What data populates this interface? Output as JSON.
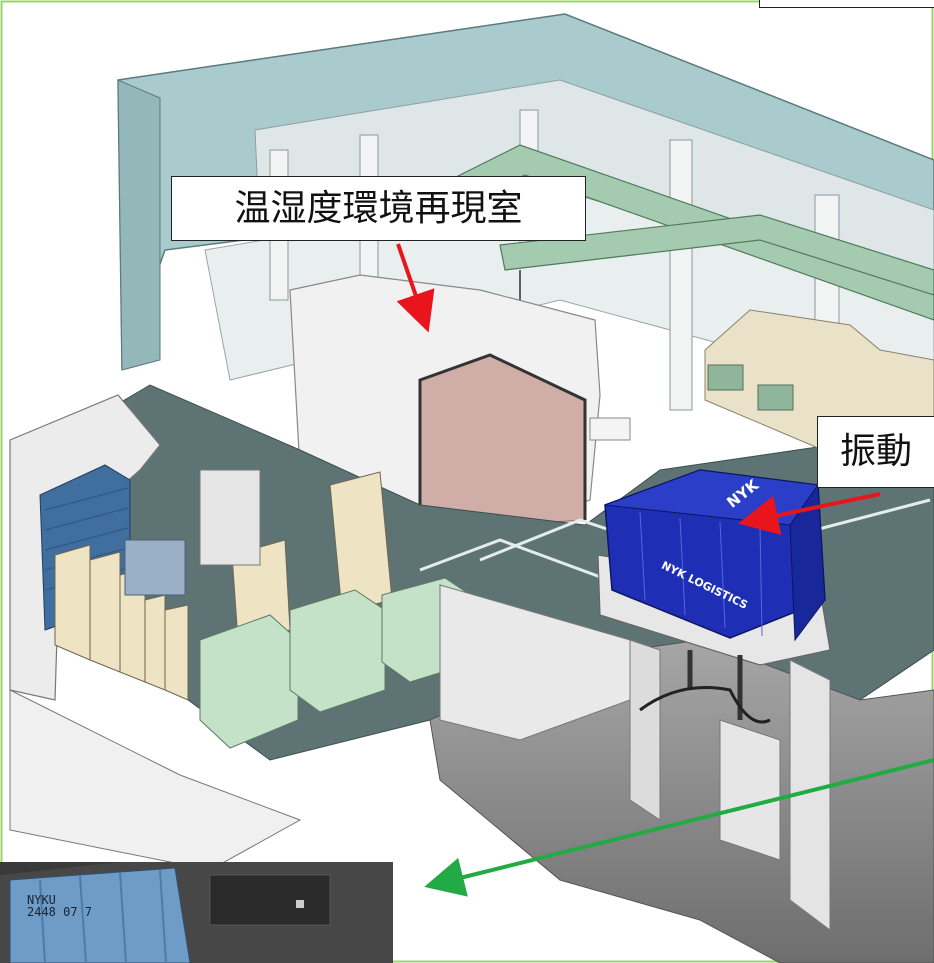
{
  "labels": {
    "humidity_room": "温湿度環境再現室",
    "vibration": "振動"
  },
  "container_branding": {
    "front_logo": "NYK",
    "side_logo": "NYK LOGISTICS"
  },
  "photo": {
    "container_code_line1": "NYKU",
    "container_code_line2": "2448 07 7"
  },
  "colors": {
    "border_green": "#9ed36a",
    "wall_teal": "#a9cbcd",
    "floor_gray": "#5e7474",
    "container_blue": "#1e2fb5",
    "equipment_green": "#c3e2c8",
    "cabinet_beige": "#eee3c3",
    "chamber_floor": "#d0ada6",
    "arrow_red": "#e8161c",
    "arrow_green": "#22aa44",
    "crane_green": "#a4cbb0"
  }
}
